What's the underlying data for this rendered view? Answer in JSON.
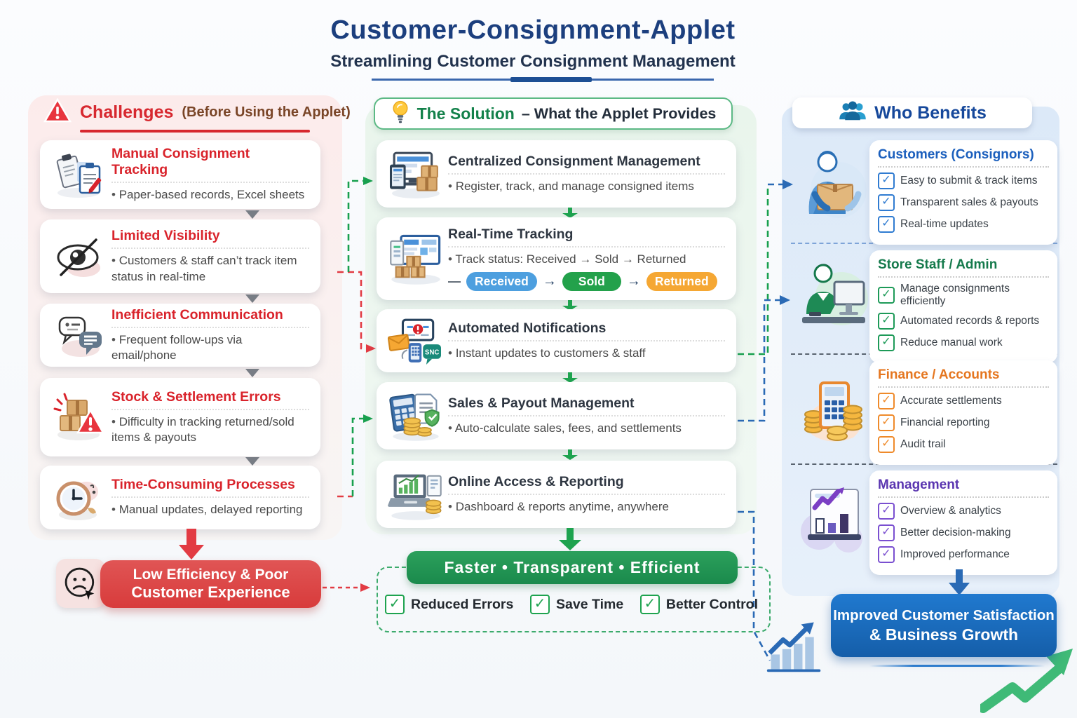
{
  "header": {
    "title": "Customer-Consignment-Applet",
    "subtitle": "Streamlining Customer Consignment Management"
  },
  "challenges": {
    "heading": "Challenges",
    "heading_note": "(Before Using the Applet)",
    "heading_icon": "warning-triangle-icon",
    "items": [
      {
        "icon": "clipboard-icon",
        "title": "Manual Consignment Tracking",
        "desc": "Paper-based records, Excel sheets"
      },
      {
        "icon": "eye-slash-icon",
        "title": "Limited Visibility",
        "desc": "Customers & staff can’t track item status in real-time"
      },
      {
        "icon": "chat-bubbles-icon",
        "title": "Inefficient Communication",
        "desc": "Frequent follow-ups via email/phone"
      },
      {
        "icon": "boxes-warning-icon",
        "title": "Stock & Settlement Errors",
        "desc": "Difficulty in tracking returned/sold items & payouts"
      },
      {
        "icon": "clock-icon",
        "title": "Time-Consuming Processes",
        "desc": "Manual updates, delayed reporting"
      }
    ],
    "conclusion": {
      "icon": "sad-face-icon",
      "line1": "Low Efficiency & Poor",
      "line2": "Customer Experience"
    }
  },
  "solution": {
    "heading": "The Solution",
    "heading_note": "– What the Applet Provides",
    "heading_icon": "lightbulb-icon",
    "items": [
      {
        "icon": "devices-boxes-icon",
        "title": "Centralized Consignment Management",
        "desc": "Register, track, and manage consigned items"
      },
      {
        "icon": "tracking-screen-icon",
        "title": "Real-Time Tracking",
        "desc": "Track status:  Received → Sold → Returned",
        "pills": [
          {
            "label": "Received"
          },
          {
            "label": "Sold"
          },
          {
            "label": "Returned"
          }
        ],
        "pill_dash": "—",
        "pill_arrow": "→"
      },
      {
        "icon": "notification-icon",
        "icon_badge": "SNC",
        "title": "Automated Notifications",
        "desc": "Instant updates to customers & staff"
      },
      {
        "icon": "calculator-coins-icon",
        "title": "Sales & Payout Management",
        "desc": "Auto-calculate sales, fees, and settlements"
      },
      {
        "icon": "laptop-report-icon",
        "title": "Online Access & Reporting",
        "desc": "Dashboard & reports anytime, anywhere"
      }
    ],
    "banner": "Faster  •  Transparent  •  Efficient",
    "checks": [
      "Reduced Errors",
      "Save Time",
      "Better Control"
    ]
  },
  "benefits": {
    "heading": "Who Benefits",
    "heading_icon": "people-group-icon",
    "groups": [
      {
        "icon": "customer-box-illustration",
        "title": "Customers (Consignors)",
        "items": [
          "Easy to submit & track items",
          "Transparent sales & payouts",
          "Real-time updates"
        ]
      },
      {
        "icon": "staff-desk-illustration",
        "title": "Store Staff / Admin",
        "items": [
          "Manage consignments efficiently",
          "Automated records & reports",
          "Reduce manual work"
        ]
      },
      {
        "icon": "finance-calculator-illustration",
        "title": "Finance / Accounts",
        "items": [
          "Accurate settlements",
          "Financial reporting",
          "Audit trail"
        ]
      },
      {
        "icon": "management-chart-illustration",
        "title": "Management",
        "items": [
          "Overview & analytics",
          "Better decision-making",
          "Improved performance"
        ]
      }
    ],
    "conclusion": {
      "line1": "Improved Customer Satisfaction",
      "line2": "& Business Growth"
    }
  },
  "colors": {
    "title_blue": "#1c3f7e",
    "challenge_red": "#d7282f",
    "solution_green": "#13814a",
    "benefit_blue": "#1b5fbd",
    "staff_green": "#157a4c",
    "finance_orange": "#e5761f",
    "management_purple": "#5a35b0",
    "pill_received": "#4d9fdf",
    "pill_sold": "#23a14b",
    "pill_returned": "#f5a733",
    "growth_arrow_green": "#3fba77"
  }
}
